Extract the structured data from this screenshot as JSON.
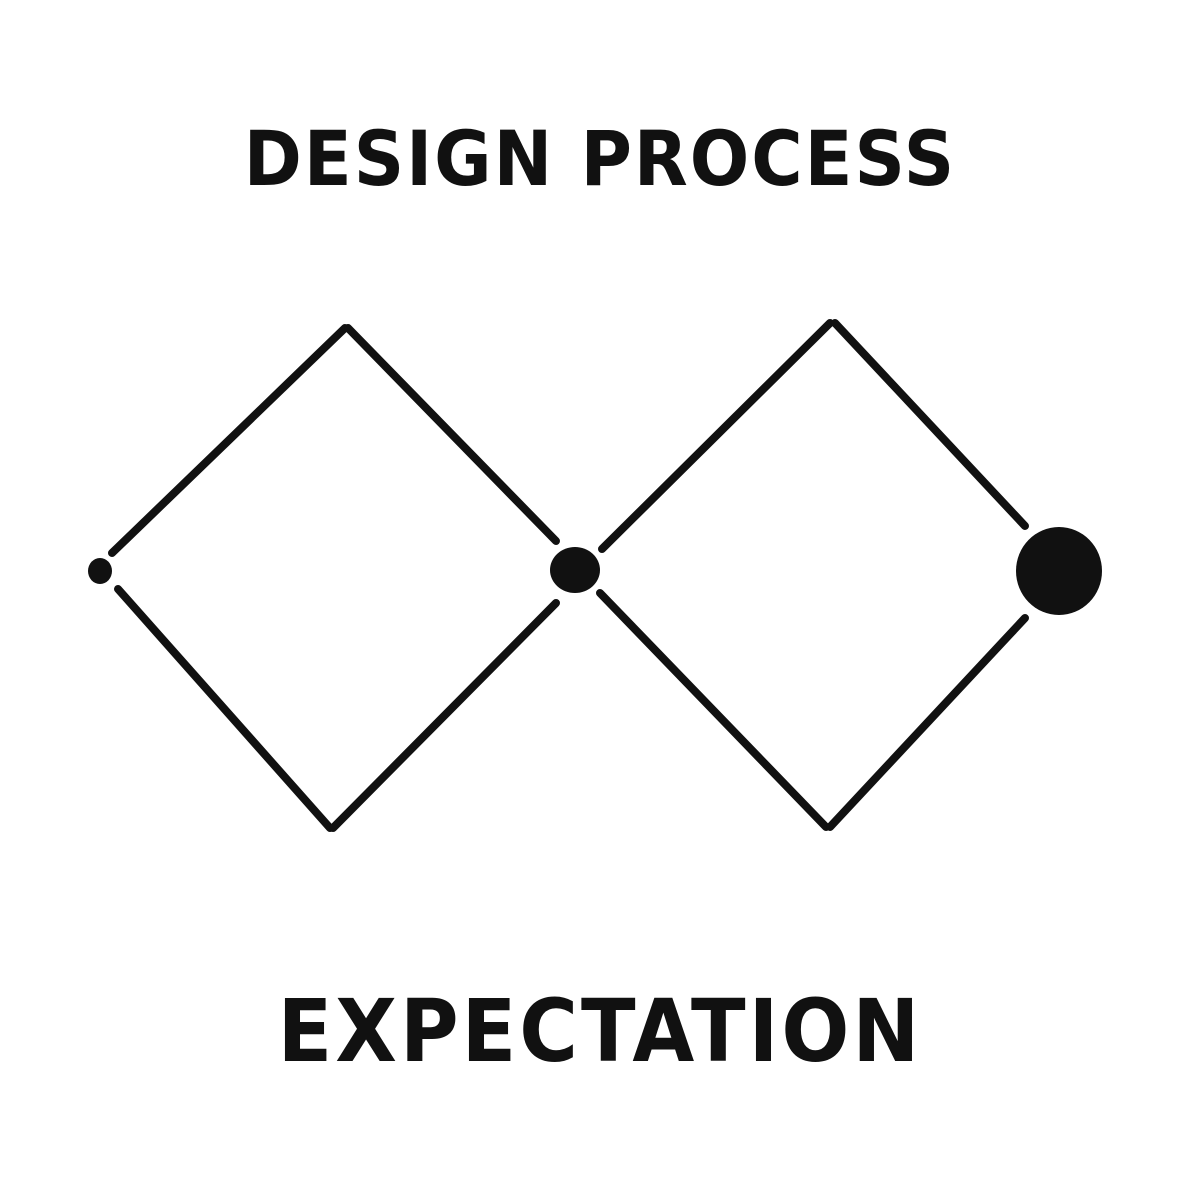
{
  "title": "DESIGN PROCESS",
  "caption": "EXPECTATION",
  "diagram": {
    "shapes": [
      "diamond",
      "diamond"
    ],
    "nodes": [
      "start-point",
      "middle-point",
      "end-point"
    ],
    "stroke_color": "#111111",
    "background_color": "#ffffff"
  }
}
